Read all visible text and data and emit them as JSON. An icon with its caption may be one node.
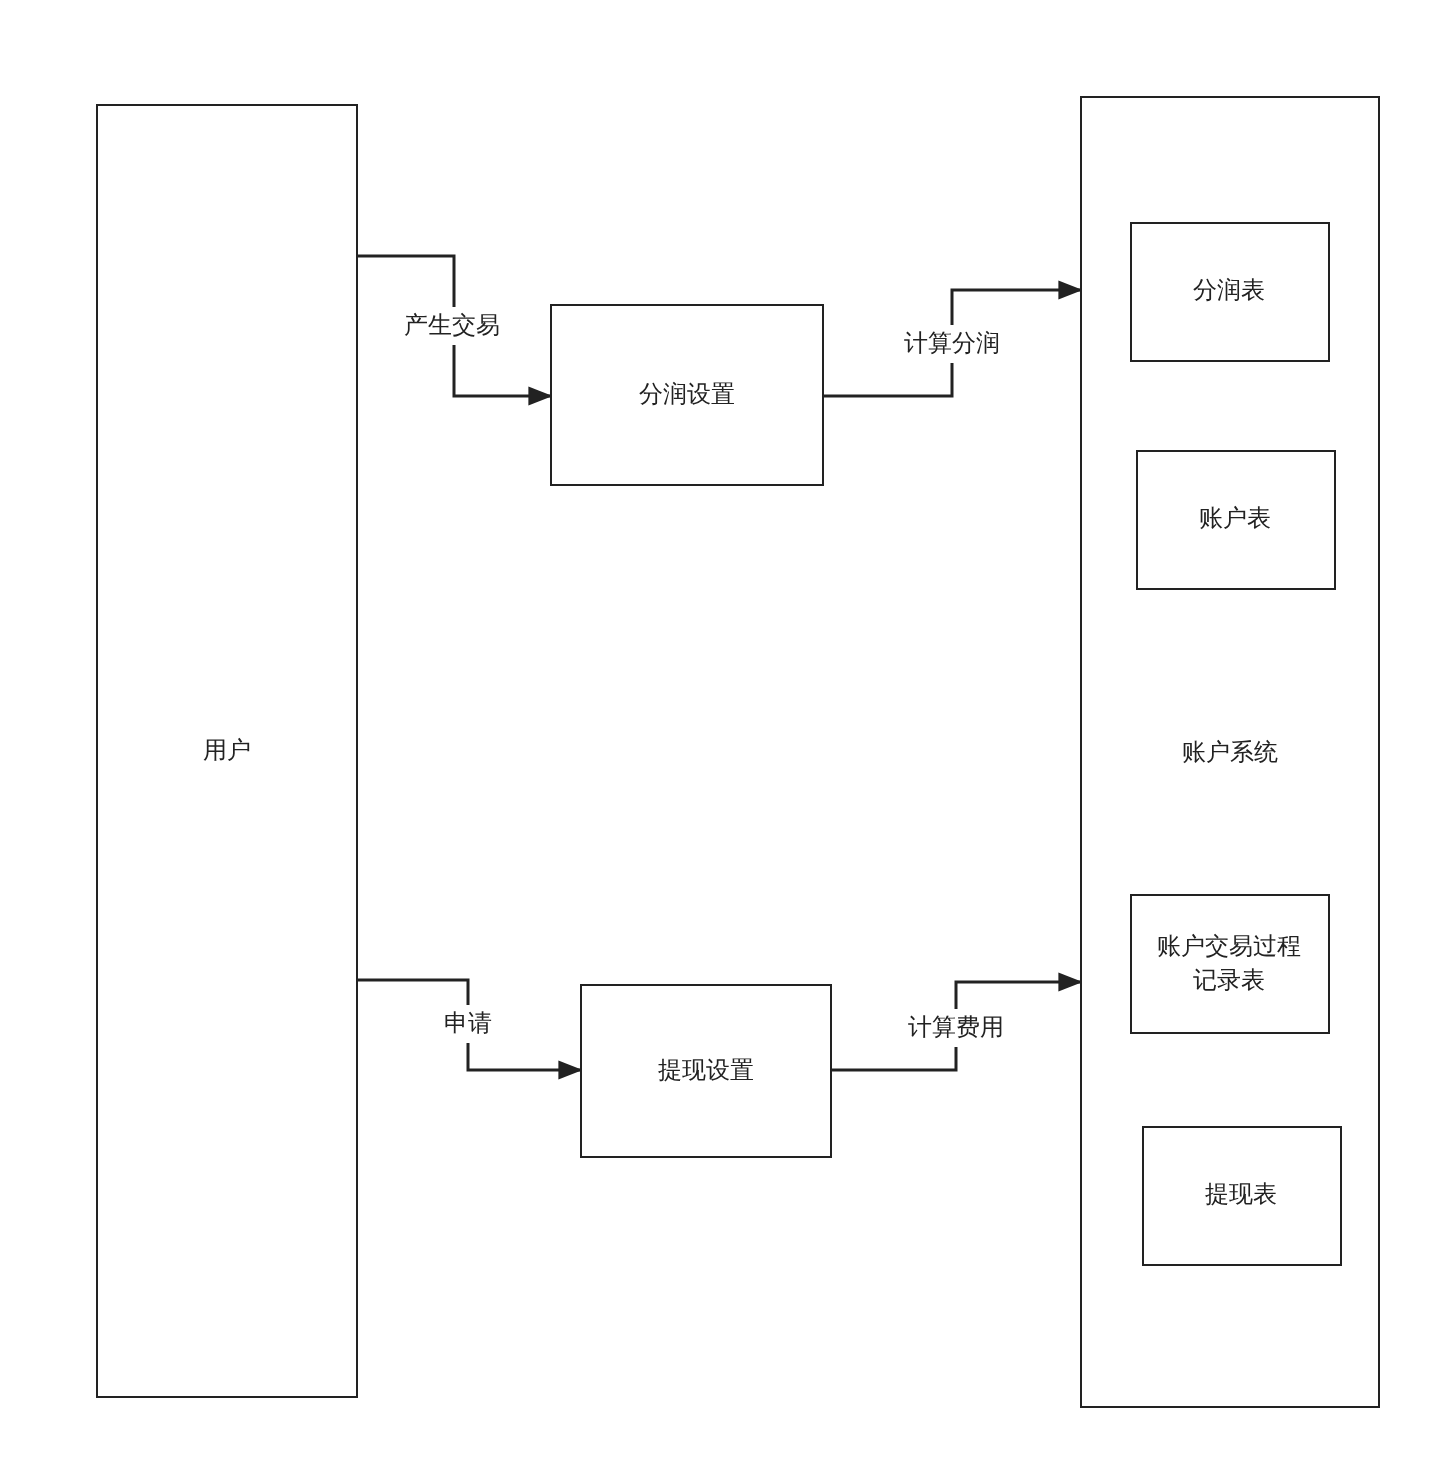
{
  "diagram": {
    "nodes": [
      {
        "text": [
          "用户"
        ]
      },
      {
        "text": [
          "分润设置"
        ]
      },
      {
        "text": [
          "提现设置"
        ]
      },
      {
        "text": [
          "账户系统"
        ]
      },
      {
        "text": [
          "分润表"
        ],
        "in": 3
      },
      {
        "text": [
          "账户表"
        ],
        "in": 3
      },
      {
        "text": [
          "账户交易过程记录表"
        ],
        "in": 3
      },
      {
        "text": [
          "提现表"
        ],
        "in": 3
      }
    ],
    "edges": [
      {
        "from": 0,
        "to": 1,
        "arrow": "to",
        "label": "产生交易"
      },
      {
        "from": 1,
        "to": 3,
        "arrow": "to",
        "label": "计算分润"
      },
      {
        "from": 0,
        "to": 2,
        "arrow": "to",
        "label": "申请"
      },
      {
        "from": 2,
        "to": 3,
        "arrow": "to",
        "label": "计算费用"
      }
    ]
  }
}
